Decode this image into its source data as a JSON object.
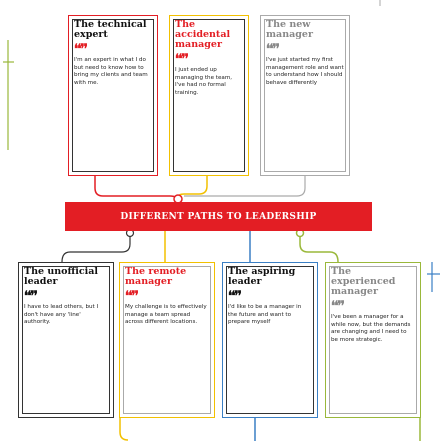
{
  "banner": {
    "label": "DIFFERENT PATHS TO LEADERSHIP"
  },
  "quote_mark": "❛❛❜❜",
  "top_cards": [
    {
      "title": "The technical expert",
      "text": "I'm an expert in what I do but need to know how to bring my clients and team with me."
    },
    {
      "title": "The accidental manager",
      "text": "I just ended up managing the team, I've had no formal training."
    },
    {
      "title": "The new manager",
      "text": "I've just started my first management role and want to understand how I should behave differently"
    }
  ],
  "bottom_cards": [
    {
      "title": "The unofficial leader",
      "text": "I have to lead others, but I don't have any 'line' authority."
    },
    {
      "title": "The remote manager",
      "text": "My challenge is to effectively manage a team spread across different locations."
    },
    {
      "title": "The aspiring leader",
      "text": "I'd like to be a manager in the future and want to prepare myself"
    },
    {
      "title": "The experienced manager",
      "text": "I've been a manager for a while now, but the demands are changing and I need to be more strategic."
    }
  ],
  "colors": {
    "red": "#e31e24",
    "yellow": "#f2c000",
    "green": "#9ab83a",
    "blue": "#3a7fc4",
    "grey": "#aaaaaa"
  }
}
